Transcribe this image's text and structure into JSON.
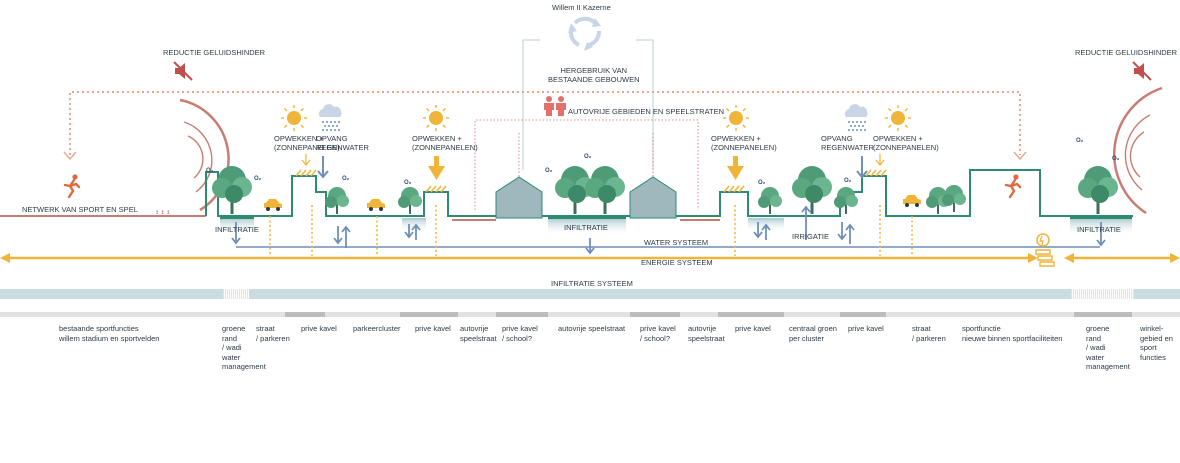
{
  "labels": {
    "kazerne": "Willem II Kazerne",
    "hergebruik": "HERGEBRUIK VAN\nBESTAANDE GEBOUWEN",
    "autovrij": "AUTOVRIJE GEBIEDEN EN SPEELSTRATEN",
    "reductie_left": "REDUCTIE GELUIDSHINDER",
    "reductie_right": "REDUCTIE GELUIDSHINDER",
    "netwerk": "NETWERK VAN SPORT EN SPEL",
    "opwekken": "OPWEKKEN +\n(ZONNEPANELEN)",
    "opvang": "OPVANG\nREGENWATER",
    "infiltratie": "INFILTRATIE",
    "irrigatie": "IRRIGATIE",
    "water_systeem": "WATER SYSTEEM",
    "energie_systeem": "ENERGIE SYSTEEM",
    "infiltratie_systeem": "INFILTRATIE SYSTEEM"
  },
  "bottom_labels": [
    "bestaande sportfuncties\nwillem stadium en sportvelden",
    "groene\nrand\n/ wadi\nwater\nmanagement",
    "straat\n/ parkeren",
    "prive kavel",
    "parkeercluster",
    "prive kavel",
    "autovrije\nspeelstraat",
    "prive kavel\n/ school?",
    "autovrije speelstraat",
    "prive kavel\n/ school?",
    "autovrije\nspeelstraat",
    "prive kavel",
    "centraal groen\nper cluster",
    "prive kavel",
    "straat\n/ parkeren",
    "sportfunctie\nnieuwe binnen sportfaciliteiten",
    "groene\nrand\n/ wadi\nwater\nmanagement",
    "winkel-\ngebied en\nsport\nfuncties"
  ],
  "colors": {
    "green": "#2f8a72",
    "tree": "#5aa882",
    "orange": "#f0b438",
    "blue": "#6f8fb8",
    "red": "#c0504d",
    "salmon": "#e8a890",
    "water": "#c9dde0",
    "grey": "#bcbcbc"
  },
  "icons": [
    "sun-icon",
    "rain-cloud-icon",
    "recycle-icon",
    "no-sound-icon",
    "runner-icon",
    "family-icon",
    "car-icon",
    "solar-panel-icon",
    "charging-icon",
    "tree-icon"
  ]
}
